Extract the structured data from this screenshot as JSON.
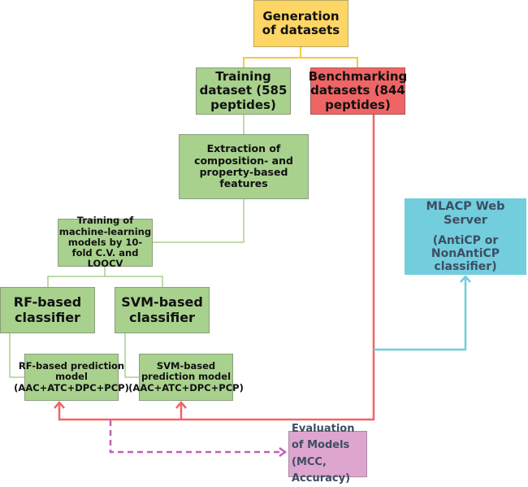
{
  "diagram": {
    "title": "MLACP workflow",
    "nodes": {
      "generation": {
        "label": "Generation of datasets",
        "color": "#fdd666"
      },
      "training_dataset": {
        "label": "Training dataset (585 peptides)",
        "color": "#a8d18d"
      },
      "benchmarking": {
        "label": "Benchmarking datasets (844 peptides)",
        "color": "#ef6565"
      },
      "extraction": {
        "label": "Extraction of composition- and property-based features",
        "color": "#a8d18d"
      },
      "training_ml": {
        "label": "Training of machine-learning models by 10-fold C.V. and LOOCV",
        "color": "#a8d18d"
      },
      "rf_classifier": {
        "label": "RF-based classifier",
        "color": "#a8d18d"
      },
      "svm_classifier": {
        "label": "SVM-based classifier",
        "color": "#a8d18d"
      },
      "rf_model": {
        "label": "RF-based prediction model (AAC+ATC+DPC+PCP)",
        "color": "#a8d18d"
      },
      "svm_model": {
        "label": "SVM-based prediction model (AAC+ATC+DPC+PCP)",
        "color": "#a8d18d"
      },
      "mlacp": {
        "title": "MLACP Web Server",
        "subtitle": "(AntiCP or NonAntiCP classifier)",
        "color": "#72cddd"
      },
      "evaluation": {
        "label": "Evaluation of Models (MCC, Accuracy)",
        "color": "#dea6cf"
      }
    },
    "edge_colors": {
      "yellow": "#fdd666",
      "green": "#a8d18d",
      "red": "#ef6565",
      "blue": "#72cddd",
      "magenta": "#c060b5"
    },
    "edges": [
      {
        "from": "generation",
        "to": "training_dataset",
        "style": "solid"
      },
      {
        "from": "generation",
        "to": "benchmarking",
        "style": "solid"
      },
      {
        "from": "training_dataset",
        "to": "extraction",
        "style": "solid"
      },
      {
        "from": "extraction",
        "to": "training_ml",
        "style": "solid"
      },
      {
        "from": "training_ml",
        "to": "rf_classifier",
        "style": "solid"
      },
      {
        "from": "training_ml",
        "to": "svm_classifier",
        "style": "solid"
      },
      {
        "from": "rf_classifier",
        "to": "rf_model",
        "style": "solid"
      },
      {
        "from": "svm_classifier",
        "to": "svm_model",
        "style": "solid"
      },
      {
        "from": "benchmarking",
        "to": "rf_model",
        "style": "arrow"
      },
      {
        "from": "benchmarking",
        "to": "svm_model",
        "style": "arrow"
      },
      {
        "from": "benchmarking",
        "to": "mlacp",
        "style": "arrow"
      },
      {
        "from": "rf_model",
        "to": "evaluation",
        "style": "dashed-arrow"
      }
    ]
  }
}
